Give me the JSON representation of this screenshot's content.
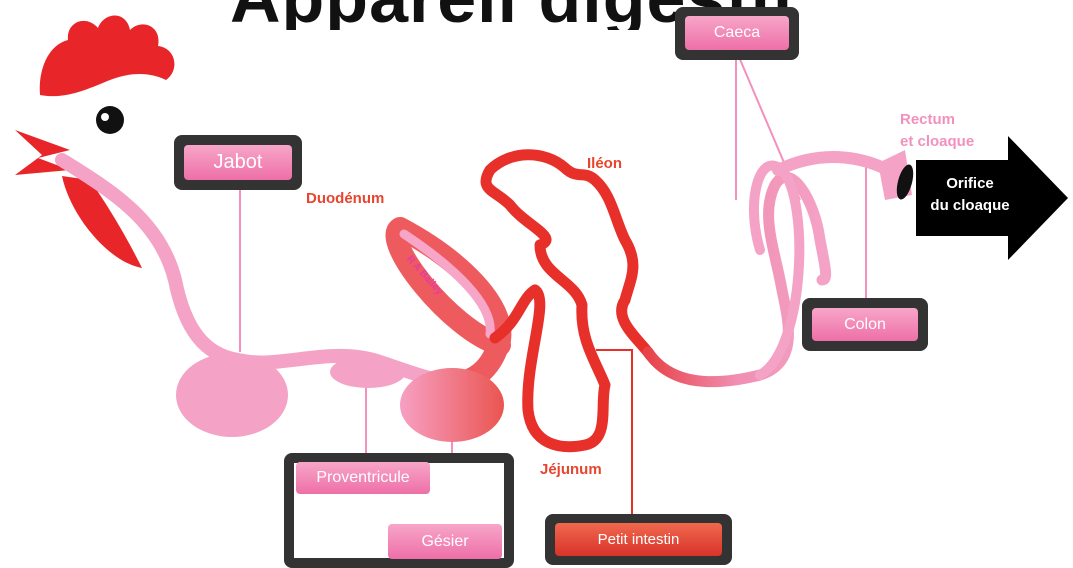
{
  "title": "Appareil digestif du poulet",
  "labels": {
    "jabot": "Jabot",
    "caeca": "Caeca",
    "proventricule": "Proventricule",
    "gesier": "Gésier",
    "petit_intestin": "Petit intestin",
    "colon": "Colon",
    "duodenum": "Duodénum",
    "ileon": "Iléon",
    "jejunum": "Jéjunum",
    "rectum_line1": "Rectum",
    "rectum_line2": "et cloaque",
    "orifice_line1": "Orifice",
    "orifice_line2": "du cloaque"
  },
  "watermark": "R A Bailey",
  "colors": {
    "pink_tract": "#f4a3c7",
    "red_tract": "#e8302a",
    "comb": "#e8262a",
    "label_box": "#333333",
    "arrow": "#000000"
  }
}
